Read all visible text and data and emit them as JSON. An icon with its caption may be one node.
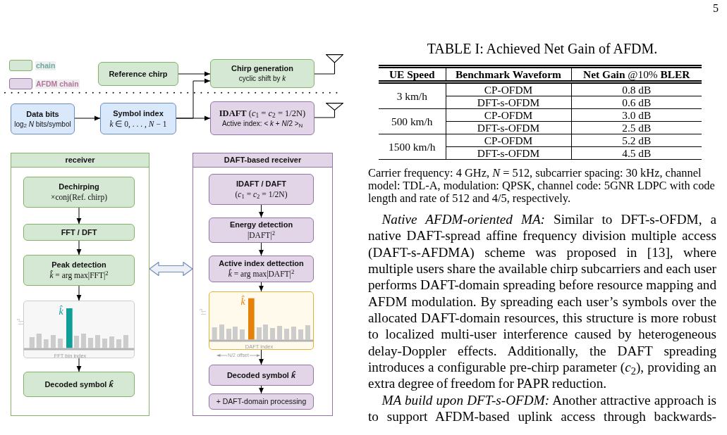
{
  "diagram": {
    "nodes": [
      {
        "text": [
          "Reference chirp"
        ]
      },
      {
        "text": [
          "Chirp generation",
          "cyclic shift by *k*"
        ]
      },
      {
        "text": [],
        "shape": "antenna"
      },
      {
        "text": [
          "Data bits",
          "log$_{2}$ *N* bits/symbol"
        ]
      },
      {
        "text": [
          "Symbol index",
          "*k* ∈ 0, . . . , *N* − 1"
        ]
      },
      {
        "text": [
          "**IDAFT** (*c*$_{1}$ = *c*$_{2}$ = 1/2N)",
          "Active index: < *k* + *N*/2 >$_{N}$"
        ]
      },
      {
        "text": [],
        "shape": "antenna"
      },
      {
        "text": [
          "receiver"
        ]
      },
      {
        "text": [
          "Dechirping",
          "×conj(Ref. chirp)"
        ],
        "in": 7
      },
      {
        "text": [
          "FFT / DFT"
        ],
        "in": 7
      },
      {
        "text": [
          "Peak detection",
          "*k̂* = arg max|FFT|$^{2}$"
        ],
        "in": 7
      },
      {
        "text": [
          "k̂",
          "FFT bin index"
        ],
        "beside": [
          "|·|$^{2}$"
        ],
        "in": 7
      },
      {
        "text": [
          "Decoded symbol *k̂*"
        ],
        "in": 7
      },
      {
        "text": [
          "DAFT-based receiver"
        ]
      },
      {
        "text": [
          "IDAFT / DAFT",
          "(*c*$_{1}$ = *c*$_{2}$ = 1/2N)"
        ],
        "in": 13
      },
      {
        "text": [
          "Energy detection",
          "|DAFT|$^{2}$"
        ],
        "in": 13
      },
      {
        "text": [
          "Active index dettection",
          "*k̂* = arg max|DAFT|$^{2}$"
        ],
        "in": 13
      },
      {
        "text": [
          "k̂",
          "DAFT index"
        ],
        "beside": [
          "|·|$^{2}$"
        ],
        "in": 13
      },
      {
        "text": [
          "Decoded symbol *k̂*"
        ],
        "in": 13
      },
      {
        "text": [
          "+ DAFT-domain processing"
        ],
        "in": 13
      }
    ],
    "edges": [
      {
        "from": 0,
        "to": 1,
        "arrow": "to"
      },
      {
        "from": 1,
        "to": 2,
        "arrow": "none"
      },
      {
        "from": 3,
        "to": 4,
        "arrow": "to"
      },
      {
        "from": 4,
        "to": 5,
        "arrow": "to"
      },
      {
        "from": 4,
        "to": 1,
        "arrow": "to"
      },
      {
        "from": 5,
        "to": 6,
        "arrow": "none"
      },
      {
        "from": 8,
        "to": 9,
        "arrow": "to"
      },
      {
        "from": 9,
        "to": 10,
        "arrow": "to"
      },
      {
        "from": 10,
        "to": 11,
        "arrow": "to"
      },
      {
        "from": 11,
        "to": 12,
        "arrow": "to"
      },
      {
        "from": 14,
        "to": 15,
        "arrow": "to"
      },
      {
        "from": 15,
        "to": 16,
        "arrow": "to"
      },
      {
        "from": 16,
        "to": 17,
        "arrow": "to"
      },
      {
        "from": 17,
        "to": 18,
        "arrow": "to"
      },
      {
        "from": 18,
        "to": 19,
        "arrow": "to"
      },
      {
        "from": 7,
        "to": 13,
        "arrow": "both",
        "style": "thick",
        "color": "#6c8ebf"
      }
    ],
    "labels": [
      "5",
      "N/2 offset",
      "TABLE I: Achieved Net Gain of AFDM.",
      "UE Speed",
      "Benchmark Waveform",
      "**Net Gain** @10% **BLER**",
      "3 km/h",
      "CP-OFDM",
      "0.8 dB",
      "DFT-s-OFDM",
      "0.6 dB",
      "500 km/h",
      "CP-OFDM",
      "3.0 dB",
      "DFT-s-OFDM",
      "2.5 dB",
      "1500 km/h",
      "CP-OFDM",
      "5.2 dB",
      "DFT-s-OFDM",
      "4.5 dB",
      "Carrier frequency: 4 GHz, *N* = 512, subcarrier spacing: 30 kHz, channel model: TDL-A, modulation: QPSK, channel code: 5GNR LDPC with code length and rate of 512 and 4/5, respectively.",
      "*Native AFDM-oriented MA:* Similar to DFT-s-OFDM, a native DAFT-spread affine frequency division multiple access (DAFT-s-AFDMA) scheme was proposed in [13], where multiple users share the available chirp subcarriers and each user performs DAFT-domain spreading before resource mapping and AFDM modulation. By spreading each user’s symbols over the allocated DAFT-domain resources, this structure is more robust to localized multi-user interference caused by heterogeneous delay-Doppler effects. Additionally, the DAFT spreading introduces a configurable pre-chirp parameter (*c*$_{2}$), providing an extra degree of freedom for PAPR reduction.",
      "*MA build upon DFT-s-OFDM:* Another attractive approach is to support AFDM-based uplink access through backwards-"
    ],
    "legend": [
      {
        "text": "chain",
        "color": "#d5e8d4"
      },
      {
        "text": "AFDM chain",
        "color": "#e1d5e7"
      }
    ]
  }
}
